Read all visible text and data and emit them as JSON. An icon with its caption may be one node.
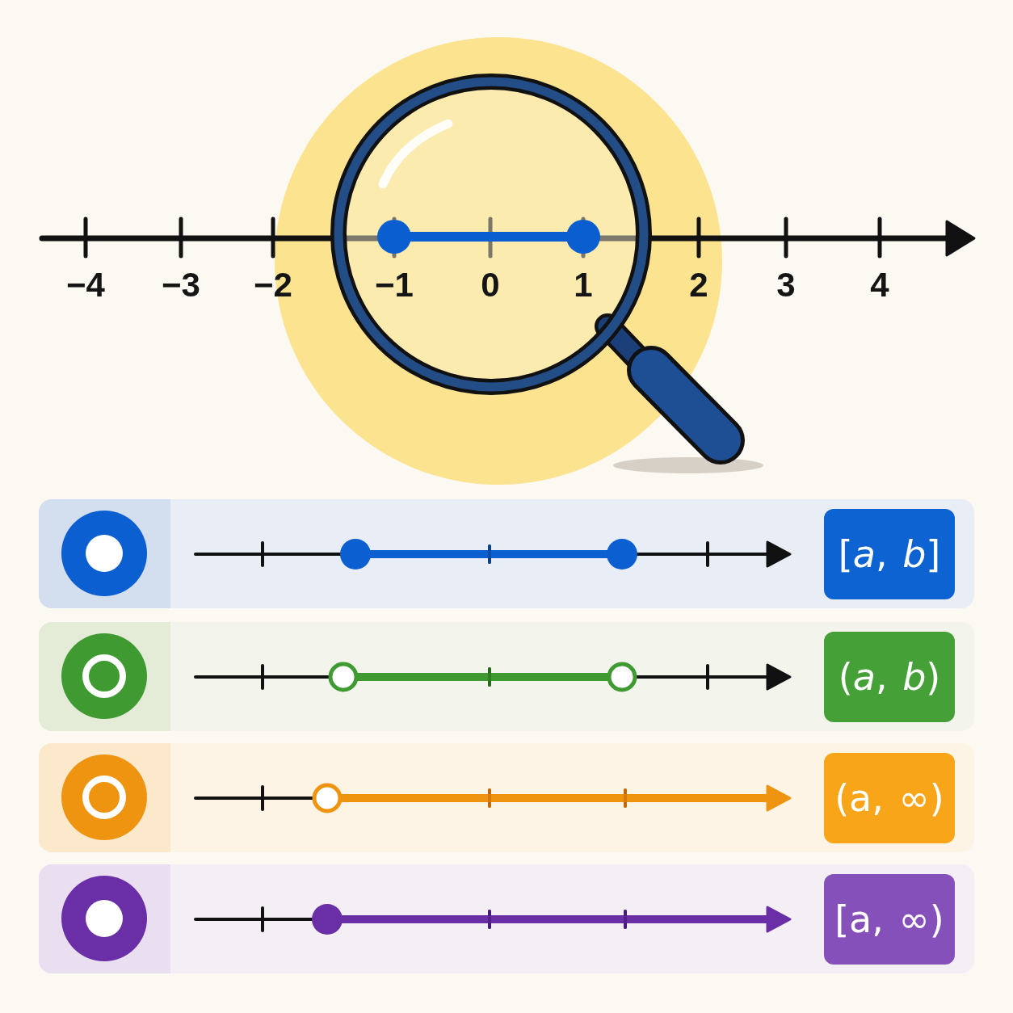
{
  "diagram": {
    "nodes": [
      {
        "text": [
          "[*a*, *b*]"
        ]
      },
      {
        "text": [
          "(*a*, *b*)"
        ]
      },
      {
        "text": [
          "(a, ∞)"
        ]
      },
      {
        "text": [
          "[a, ∞)"
        ]
      }
    ],
    "labels": [
      "−4",
      "−3",
      "−2",
      "−1",
      "0",
      "1",
      "2",
      "3",
      "4"
    ]
  }
}
